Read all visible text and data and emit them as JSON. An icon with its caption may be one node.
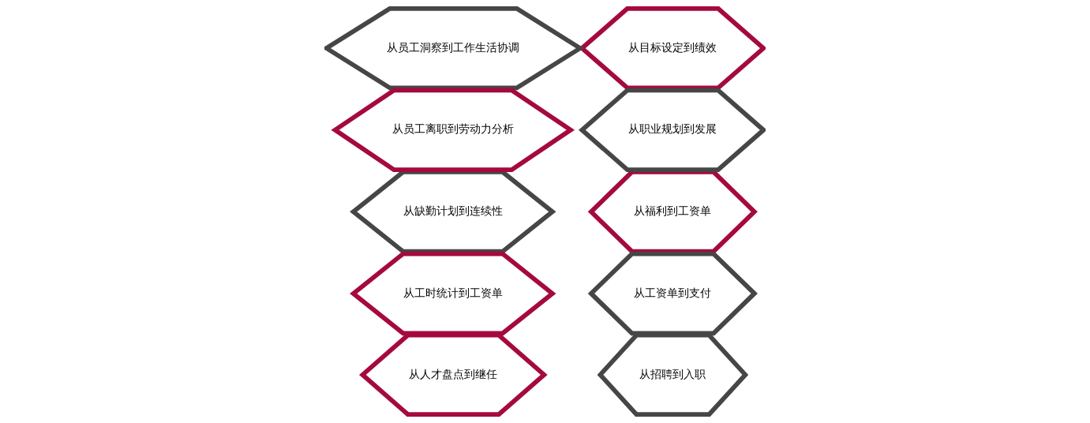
{
  "diagram": {
    "nodes": [
      {
        "text": [
          "从招聘到入职"
        ]
      },
      {
        "text": [
          "从人才盘点到继任"
        ]
      },
      {
        "text": [
          "从福利到工资单"
        ]
      },
      {
        "text": [
          "从工资单到支付"
        ]
      },
      {
        "text": [
          "从缺勤计划到连续性"
        ]
      },
      {
        "text": [
          "从工时统计到工资单"
        ]
      },
      {
        "text": [
          "从目标设定到绩效"
        ]
      },
      {
        "text": [
          "从员工洞察到工作生活协调"
        ]
      },
      {
        "text": [
          "从职业规划到发展"
        ]
      },
      {
        "text": [
          "从员工离职到劳动力分析"
        ]
      }
    ]
  }
}
